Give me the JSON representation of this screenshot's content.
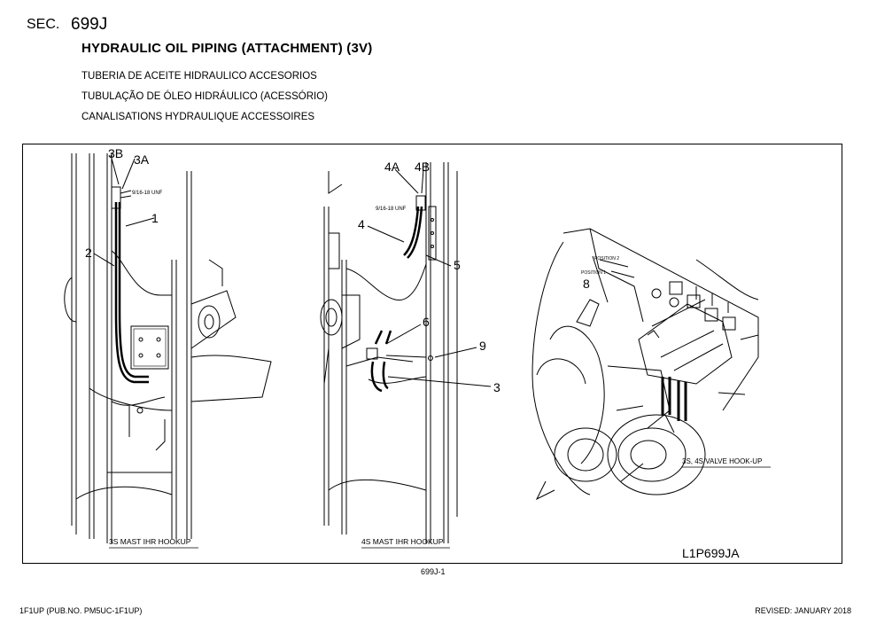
{
  "header": {
    "sec_label": "SEC.",
    "sec_code": "699J",
    "title": "HYDRAULIC OIL PIPING (ATTACHMENT) (3V)",
    "subtitles": [
      "TUBERIA DE ACEITE HIDRAULICO ACCESORIOS",
      "TUBULAÇÃO DE ÓLEO HIDRÁULICO (ACESSÓRIO)",
      "CANALISATIONS HYDRAULIQUE ACCESSOIRES"
    ]
  },
  "figure": {
    "left_panel": {
      "caption": "3S MAST IHR HOOKUP",
      "callouts": [
        "3B",
        "3A",
        "1",
        "2"
      ],
      "thread_note": "9/16-18 UNF"
    },
    "middle_panel": {
      "caption": "4S MAST IHR HOOKUP",
      "callouts": [
        "4A",
        "4B",
        "4",
        "5",
        "6",
        "9",
        "3"
      ],
      "thread_note": "9/16-18 UNF"
    },
    "right_panel": {
      "caption": "3S, 4S VALVE HOOK-UP",
      "callouts": [
        "8"
      ],
      "position_labels": [
        "POSITION 2",
        "POSITION 1"
      ]
    },
    "drawing_id": "L1P699JA"
  },
  "figure_ref": "699J-1",
  "footer": {
    "left": "1F1UP (PUB.NO. PM5UC-1F1UP)",
    "right": "REVISED: JANUARY 2018"
  }
}
